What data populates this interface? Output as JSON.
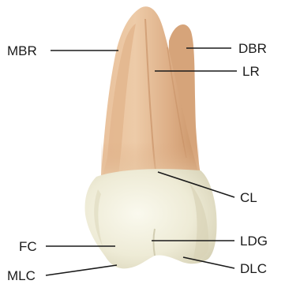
{
  "labels": {
    "mbr": "MBR",
    "dbr": "DBR",
    "lr": "LR",
    "cl": "CL",
    "fc": "FC",
    "ldg": "LDG",
    "mlc": "MLC",
    "dlc": "DLC"
  },
  "colors": {
    "root_light": "#EDCBA8",
    "root_mid": "#D9A67C",
    "root_dark": "#C28A5E",
    "crown_light": "#F6F4E6",
    "crown_mid": "#E7E3CC",
    "crown_shadow": "#CFCAAE",
    "line": "#1A1A1A"
  }
}
